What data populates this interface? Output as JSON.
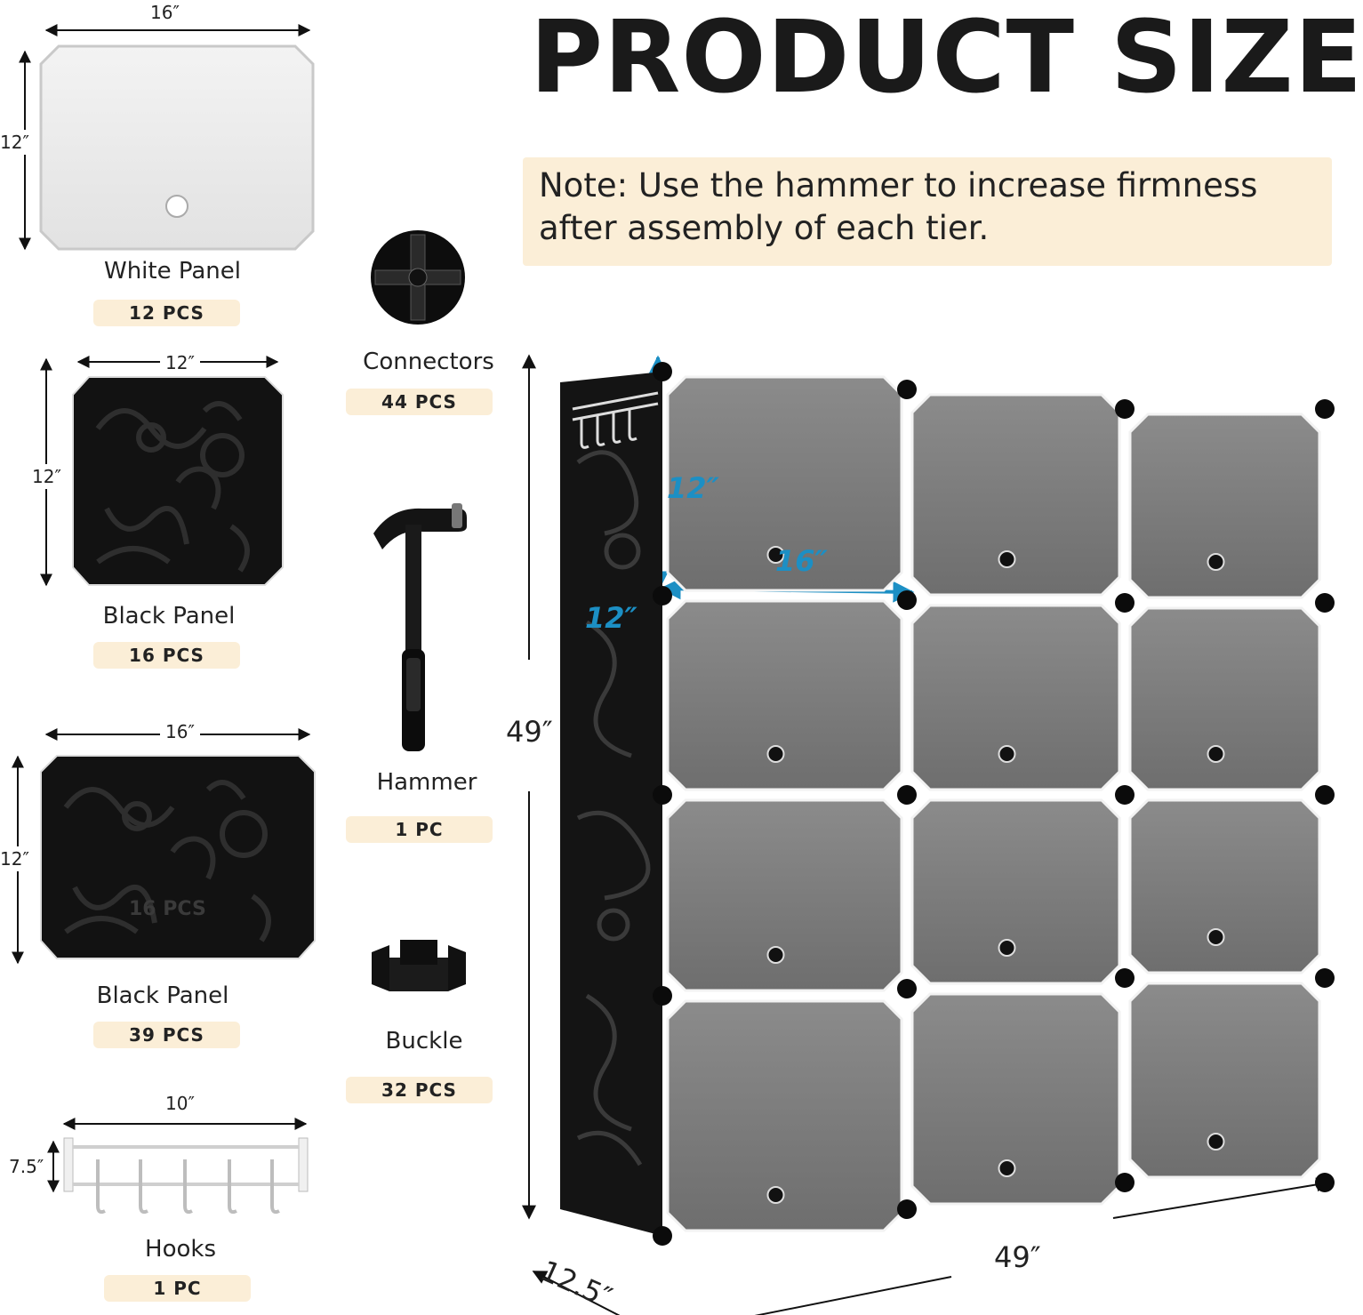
{
  "title": "PRODUCT SIZE",
  "note": "Note: Use the hammer to increase firmness after assembly of each tier.",
  "parts": [
    {
      "name": "White Panel",
      "qty": "12 PCS",
      "width": "16″",
      "height": "12″"
    },
    {
      "name": "Black Panel",
      "qty": "16 PCS",
      "width": "12″",
      "height": "12″"
    },
    {
      "name": "Black Panel",
      "qty": "39 PCS",
      "width": "16″",
      "height": "12″",
      "overlay": "16 PCS"
    },
    {
      "name": "Hooks",
      "qty": "1 PC",
      "width": "10″",
      "height": "7.5″"
    },
    {
      "name": "Connectors",
      "qty": "44 PCS"
    },
    {
      "name": "Hammer",
      "qty": "1 PC"
    },
    {
      "name": "Buckle",
      "qty": "32 PCS"
    }
  ],
  "product_dimensions": {
    "height": "49″",
    "width": "49″",
    "depth": "12.5″",
    "cube_height": "12″",
    "cube_width": "16″",
    "cube_depth": "12″"
  },
  "colors": {
    "badge": "#fbeed7",
    "accent": "#1c8fc4"
  },
  "grid": {
    "columns": 3,
    "rows": 4
  }
}
